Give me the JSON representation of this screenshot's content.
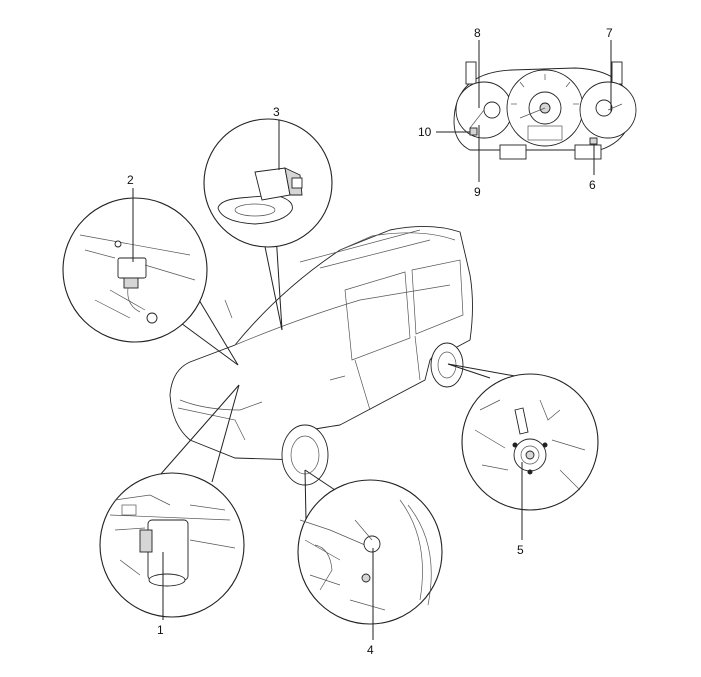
{
  "callouts": [
    "1",
    "2",
    "3",
    "4",
    "5",
    "6",
    "7",
    "8",
    "9",
    "10"
  ],
  "icons": {
    "vehicle": "suv-line-drawing",
    "instrument_cluster": "instrument-cluster",
    "sensor": "sensor-module",
    "wheel_speed": "wheel-speed-sensor",
    "hydraulic_unit": "hydraulic-control-unit"
  }
}
